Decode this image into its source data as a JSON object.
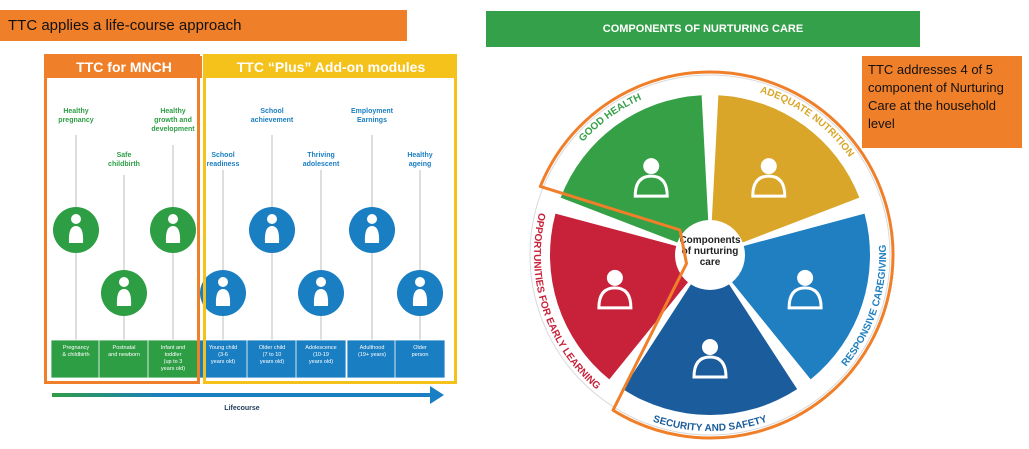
{
  "left_panel": {
    "banner": "TTC applies a life-course approach",
    "mnch_header": "TTC for MNCH",
    "plus_header": "TTC “Plus” Add-on modules",
    "milestones": [
      {
        "lines": [
          "Healthy",
          "pregnancy"
        ],
        "color": "green"
      },
      {
        "lines": [
          "Safe",
          "childbirth"
        ],
        "color": "green"
      },
      {
        "lines": [
          "Healthy",
          "growth and",
          "development"
        ],
        "color": "green"
      },
      {
        "lines": [
          "School",
          "readiness"
        ],
        "color": "blue"
      },
      {
        "lines": [
          "School",
          "achievement"
        ],
        "color": "blue"
      },
      {
        "lines": [
          "Thriving",
          "adolescent"
        ],
        "color": "blue"
      },
      {
        "lines": [
          "Employment",
          "Earnings"
        ],
        "color": "blue"
      },
      {
        "lines": [
          "Healthy",
          "ageing"
        ],
        "color": "blue"
      }
    ],
    "stages": [
      {
        "lines": [
          "Pregnancy",
          "& childbirth"
        ],
        "color": "green"
      },
      {
        "lines": [
          "Postnatal",
          "and newborn"
        ],
        "color": "green"
      },
      {
        "lines": [
          "Infant and",
          "toddler",
          "(up to 3",
          "years old)"
        ],
        "color": "green"
      },
      {
        "lines": [
          "Young child",
          "(3-6",
          "years old)"
        ],
        "color": "blue"
      },
      {
        "lines": [
          "Older child",
          "(7 to 10",
          "years old)"
        ],
        "color": "blue"
      },
      {
        "lines": [
          "Adolescence",
          "(10-19",
          "years old)"
        ],
        "color": "blue"
      },
      {
        "lines": [
          "Adulthood",
          "(19+ years)"
        ],
        "color": "blue"
      },
      {
        "lines": [
          "Older",
          "person"
        ],
        "color": "blue"
      }
    ],
    "axis_label": "Lifecourse"
  },
  "right_panel": {
    "banner": "COMPONENTS OF NURTURING CARE",
    "note": "TTC addresses 4 of 5 component of Nurturing Care at the household level",
    "center_text": [
      "Components",
      "of nurturing",
      "care"
    ],
    "segments": [
      {
        "label": "GOOD HEALTH",
        "color": "#35a046"
      },
      {
        "label": "ADEQUATE NUTRITION",
        "color": "#d9a62a"
      },
      {
        "label": "RESPONSIVE CAREGIVING",
        "color": "#1f7fc1"
      },
      {
        "label": "SECURITY AND SAFETY",
        "color": "#1b5c9c"
      },
      {
        "label": "OPPORTUNITIES FOR EARLY LEARNING",
        "color": "#c8213a"
      }
    ]
  }
}
